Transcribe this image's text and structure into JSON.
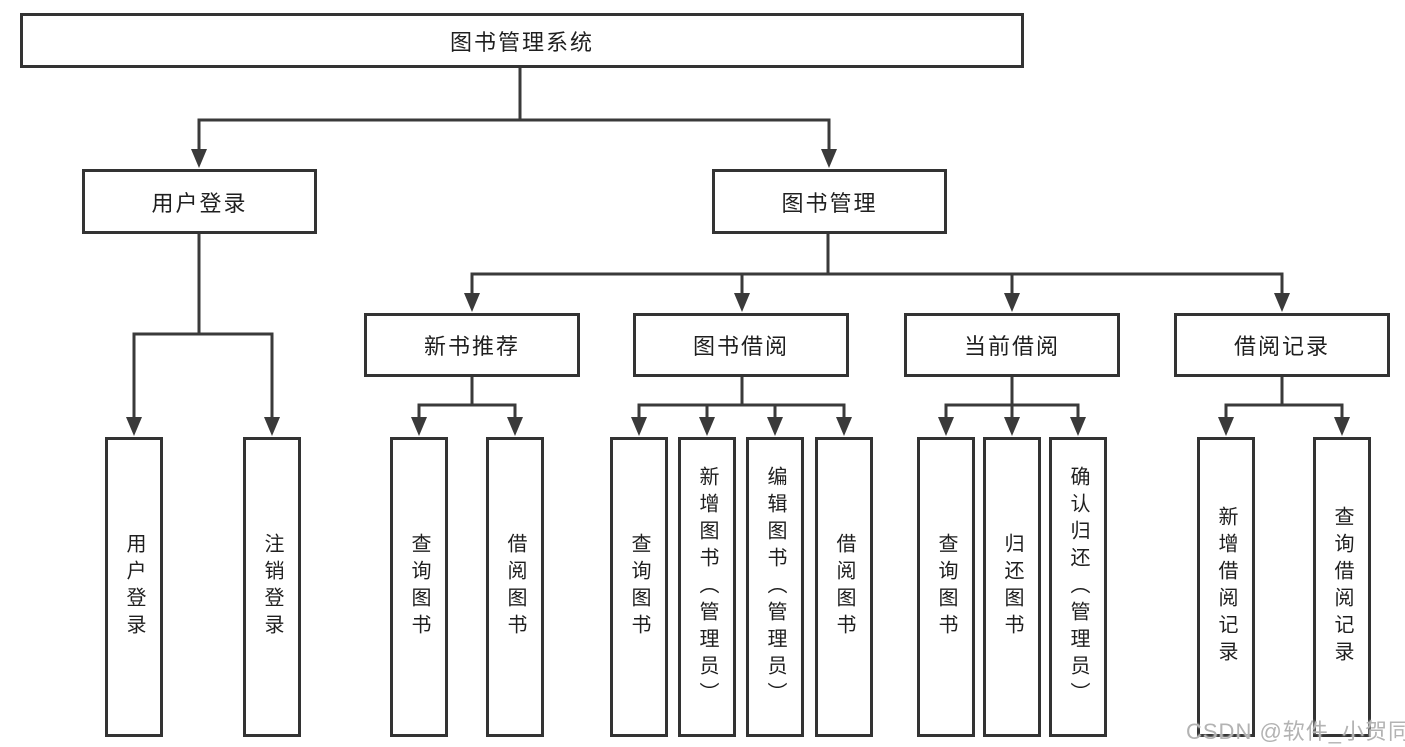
{
  "tree": {
    "label": "图书管理系统",
    "children": [
      {
        "label": "用户登录",
        "children": [
          {
            "label": "用户登录"
          },
          {
            "label": "注销登录"
          }
        ]
      },
      {
        "label": "图书管理",
        "children": [
          {
            "label": "新书推荐",
            "children": [
              {
                "label": "查询图书"
              },
              {
                "label": "借阅图书"
              }
            ]
          },
          {
            "label": "图书借阅",
            "children": [
              {
                "label": "查询图书"
              },
              {
                "label": "新增图书（管理员）"
              },
              {
                "label": "编辑图书（管理员）"
              },
              {
                "label": "借阅图书"
              }
            ]
          },
          {
            "label": "当前借阅",
            "children": [
              {
                "label": "查询图书"
              },
              {
                "label": "归还图书"
              },
              {
                "label": "确认归还（管理员）"
              }
            ]
          },
          {
            "label": "借阅记录",
            "children": [
              {
                "label": "新增借阅记录"
              },
              {
                "label": "查询借阅记录"
              }
            ]
          }
        ]
      }
    ]
  },
  "watermark": {
    "text": "CSDN @软件_小贺同学"
  },
  "colors": {
    "line": "#3a3a3a",
    "box_border": "#333333",
    "text": "#1f1f1f",
    "watermark": "#b3b3b3"
  }
}
